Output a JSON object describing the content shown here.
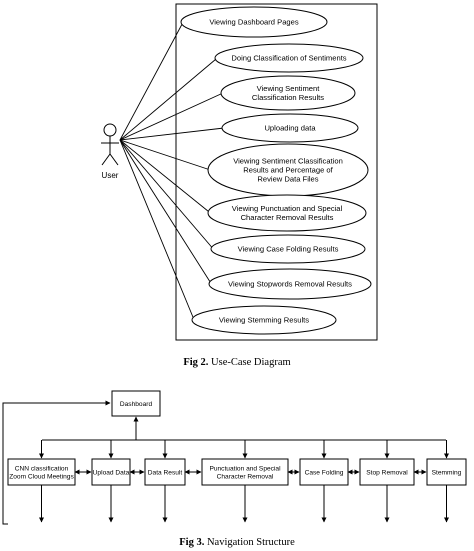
{
  "use_case_diagram": {
    "actor_label": "User",
    "use_cases": [
      [
        "Viewing Dashboard Pages"
      ],
      [
        "Doing Classification of Sentiments"
      ],
      [
        "Viewing Sentiment",
        "Classification Results"
      ],
      [
        "Uploading data"
      ],
      [
        "Viewing Sentiment Classification",
        "Results and Percentage of",
        "Review Data Files"
      ],
      [
        "Viewing Punctuation and Special",
        "Character Removal Results"
      ],
      [
        "Viewing Case Folding Results"
      ],
      [
        "Viewing Stopwords Removal Results"
      ],
      [
        "Viewing Stemming Results"
      ]
    ]
  },
  "fig2_caption": {
    "label": "Fig 2.",
    "text": "Use-Case Diagram"
  },
  "navigation_structure": {
    "root": "Dashboard",
    "children": [
      [
        "CNN classification",
        "Zoom Cloud Meetings"
      ],
      [
        "Upload Data"
      ],
      [
        "Data Result"
      ],
      [
        "Punctuation and Special",
        "Character Removal"
      ],
      [
        "Case Folding"
      ],
      [
        "Stop Removal"
      ],
      [
        "Stemming"
      ]
    ]
  },
  "fig3_caption": {
    "label": "Fig 3.",
    "text": "Navigation Structure"
  }
}
